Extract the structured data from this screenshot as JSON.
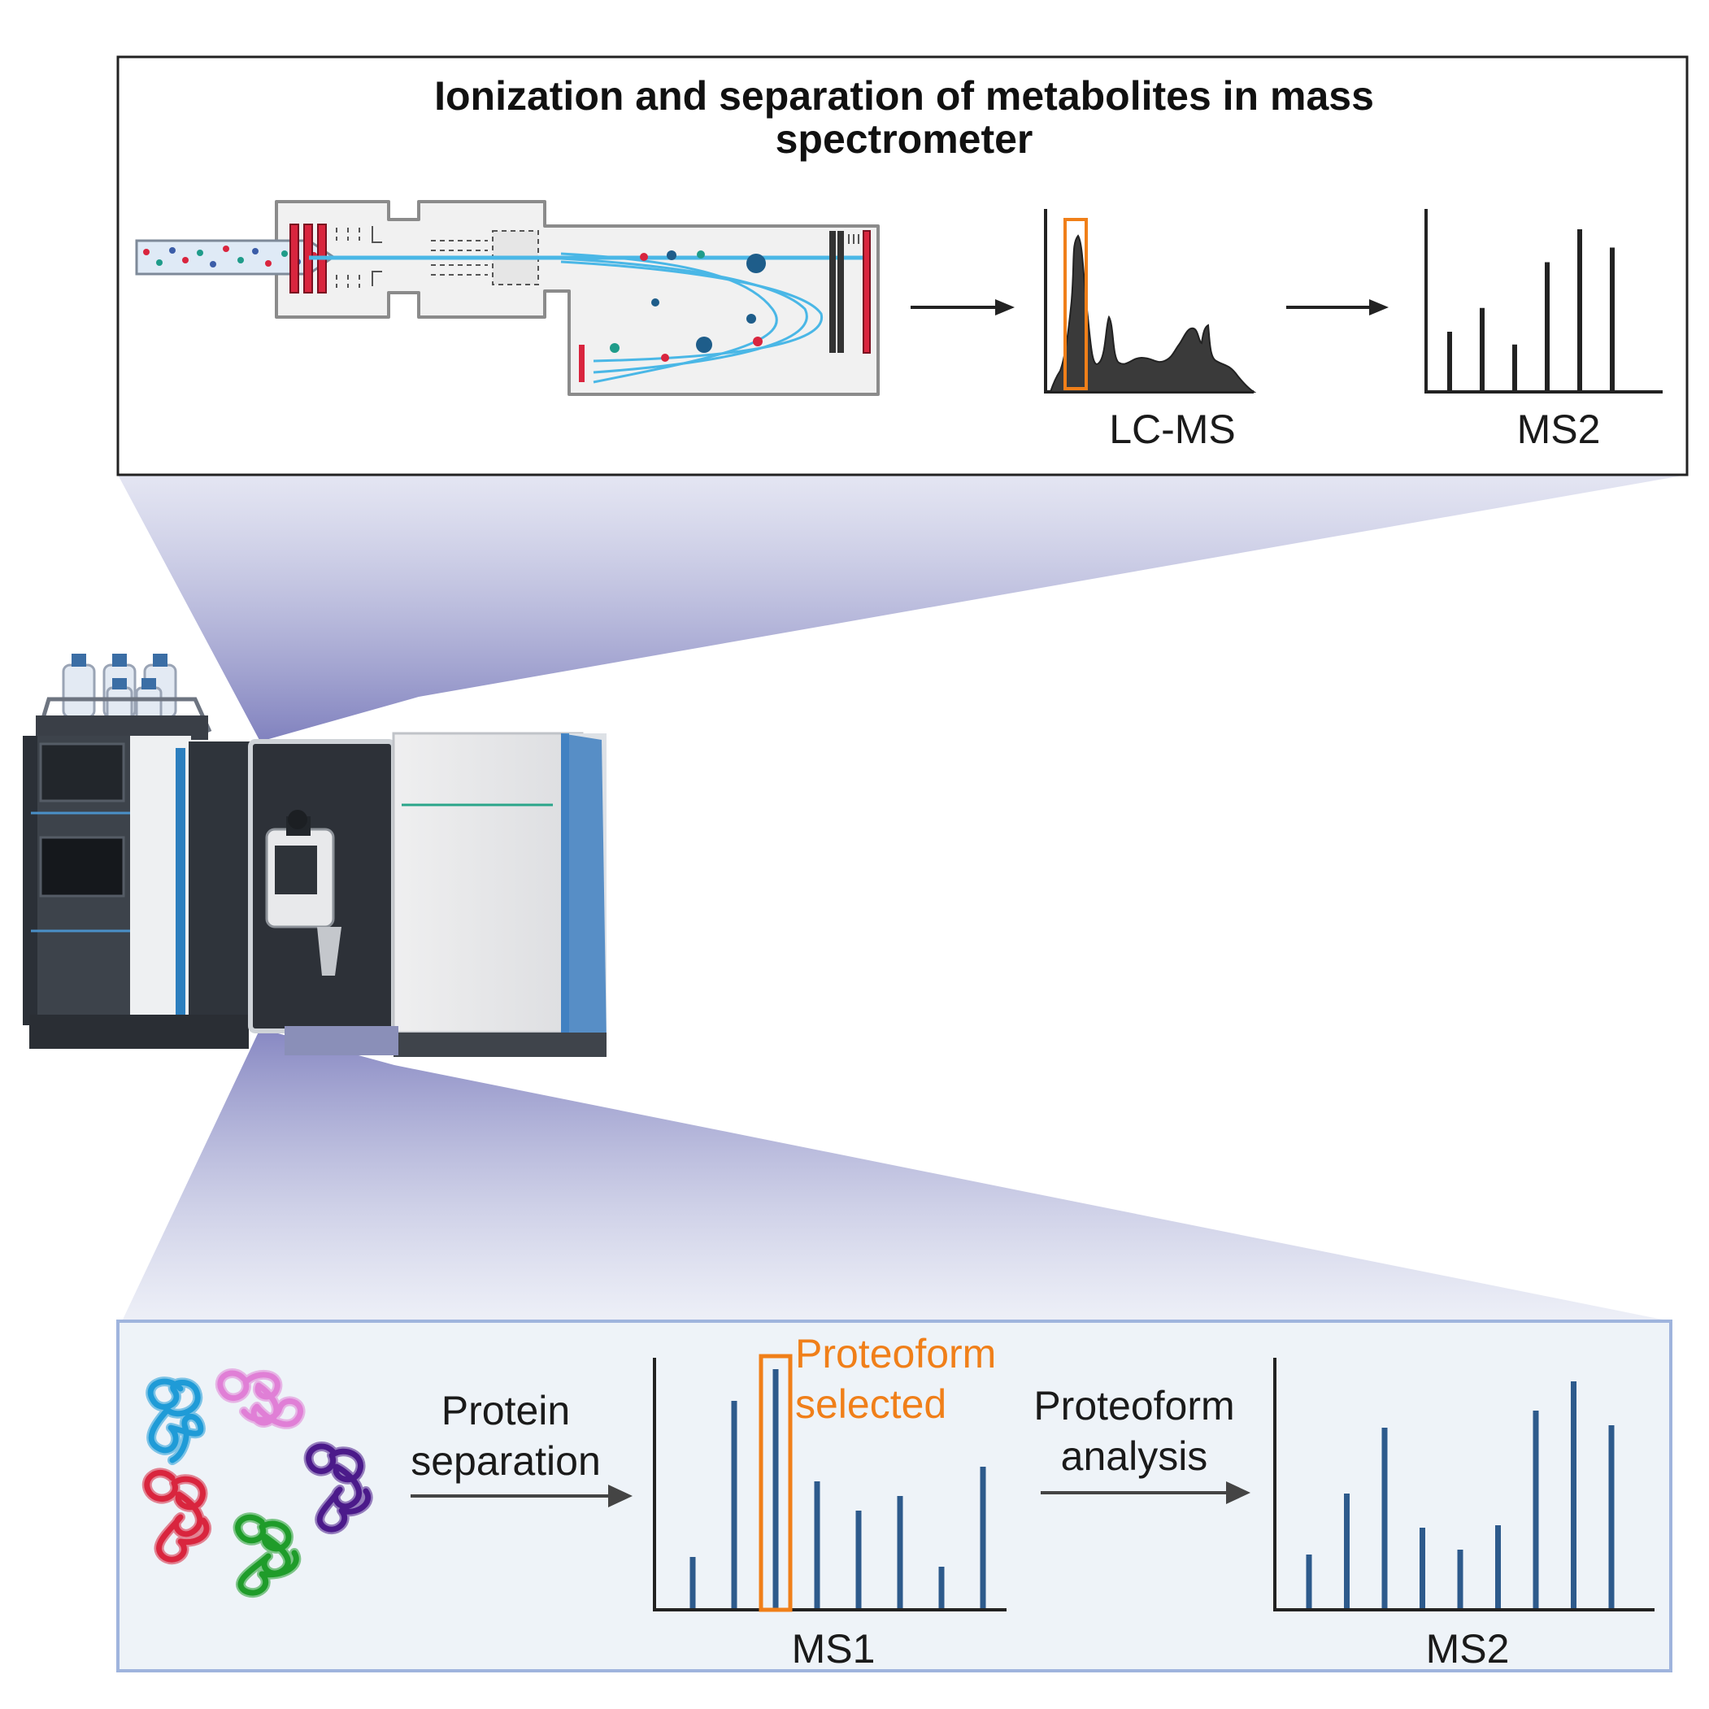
{
  "top_panel": {
    "title_line1": "Ionization and separation of metabolites in mass",
    "title_line2": "spectrometer",
    "lcms_label": "LC-MS",
    "ms2_label": "MS2",
    "ms2_chart": {
      "type": "bar",
      "values": [
        0.32,
        0.45,
        0.25,
        0.7,
        0.88,
        0.78
      ]
    }
  },
  "bottom_panel": {
    "protein_sep_line1": "Protein",
    "protein_sep_line2": "separation",
    "proteoform_sel_line1": "Proteoform",
    "proteoform_sel_line2": "selected",
    "analysis_line1": "Proteoform",
    "analysis_line2": "analysis",
    "ms1_label": "MS1",
    "ms2_label": "MS2",
    "ms1_chart": {
      "type": "bar",
      "values": [
        0.21,
        0.85,
        0.98,
        0.52,
        0.4,
        0.46,
        0.17,
        0.58
      ],
      "selected_index": 2
    },
    "ms2_chart": {
      "type": "bar",
      "values": [
        0.22,
        0.47,
        0.74,
        0.33,
        0.24,
        0.34,
        0.81,
        0.93,
        0.75
      ]
    }
  },
  "colors": {
    "accent_orange": "#f07f19",
    "bar_blue": "#2d5a8c",
    "bottom_panel_bg": "#eef3f8",
    "bottom_panel_border": "#9fb4dd",
    "beam_blue": "#4ab7e6",
    "funnel_purple": "#7677b8"
  },
  "protein_colors": [
    "#1f9bd7",
    "#e07fd6",
    "#d9253e",
    "#4b1a8a",
    "#1f9c2a"
  ]
}
